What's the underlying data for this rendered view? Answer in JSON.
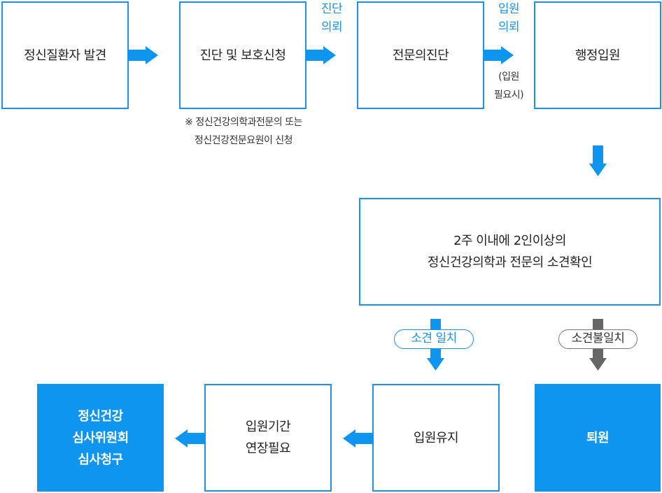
{
  "flow": {
    "discovery": "정신질환자 발견",
    "diagnosis_request": "진단 및 보호신청",
    "specialist_diagnosis": "전문의진단",
    "admin_admission": "행정입원",
    "confirmation": [
      "2주 이내에 2인이상의",
      "정신건강의학과 전문의 소견확인"
    ],
    "keep_admission": "입원유지",
    "extend_admission": [
      "입원기간",
      "연장필요"
    ],
    "review_request": [
      "정신건강",
      "심사위원회",
      "심사청구"
    ],
    "discharge": "퇴원"
  },
  "labels": {
    "diagnosis_request_label": [
      "진단",
      "의뢰"
    ],
    "admission_request_label": [
      "입원",
      "의뢰"
    ],
    "admission_needed_note": [
      "(입원",
      "필요시)"
    ],
    "applicant_note": [
      "※ 정신건강의학과전문의 또는",
      "정신건강전문요원이 신청"
    ],
    "opinion_match": "소견 일치",
    "opinion_mismatch": "소견불일치"
  },
  "colors": {
    "accent": "#0e95f0",
    "box_border": "#1e90e8",
    "gray_arrow": "#666666"
  }
}
